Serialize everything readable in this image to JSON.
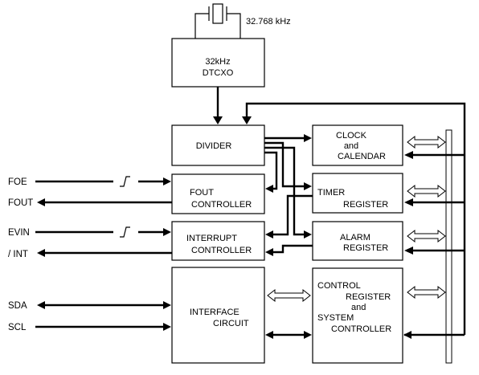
{
  "crystal": {
    "frequency": "32.768 kHz"
  },
  "blocks": {
    "dtcxo": [
      "32kHz",
      "DTCXO"
    ],
    "divider": [
      "DIVIDER"
    ],
    "fout_controller": [
      "FOUT",
      "CONTROLLER"
    ],
    "interrupt_controller": [
      "INTERRUPT",
      "CONTROLLER"
    ],
    "interface_circuit": [
      "INTERFACE",
      "CIRCUIT"
    ],
    "clock_calendar": [
      "CLOCK",
      "and",
      "CALENDAR"
    ],
    "timer_register": [
      "TIMER",
      "REGISTER"
    ],
    "alarm_register": [
      "ALARM",
      "REGISTER"
    ],
    "control_register": [
      "CONTROL",
      "REGISTER",
      "and",
      "SYSTEM",
      "CONTROLLER"
    ]
  },
  "pins": {
    "foe": "FOE",
    "fout": "FOUT",
    "evin": "EVIN",
    "int": "/ INT",
    "sda": "SDA",
    "scl": "SCL"
  }
}
